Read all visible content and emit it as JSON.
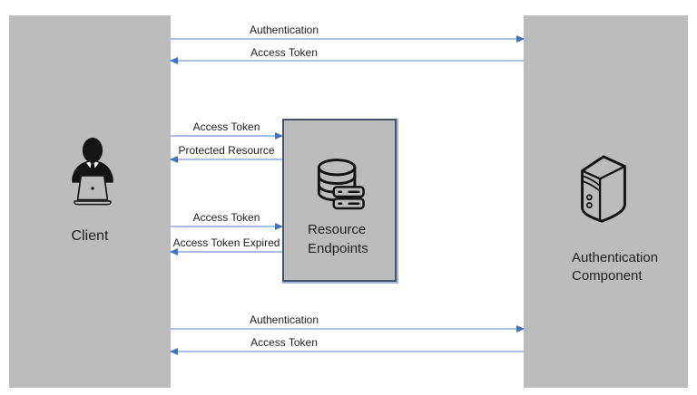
{
  "nodes": {
    "client": {
      "label": "Client",
      "icon": "person-at-laptop-icon"
    },
    "resource_endpoints": {
      "label": "Resource Endpoints",
      "icon": "database-icon"
    },
    "authentication_component": {
      "label": "Authentication Component",
      "icon": "server-icon"
    }
  },
  "messages": [
    {
      "label": "Authentication",
      "from": "Client",
      "to": "Authentication Component",
      "direction": "right"
    },
    {
      "label": "Access Token",
      "from": "Authentication Component",
      "to": "Client",
      "direction": "left"
    },
    {
      "label": "Access Token",
      "from": "Client",
      "to": "Resource Endpoints",
      "direction": "right"
    },
    {
      "label": "Protected Resource",
      "from": "Resource Endpoints",
      "to": "Client",
      "direction": "left"
    },
    {
      "label": "Access Token",
      "from": "Client",
      "to": "Resource Endpoints",
      "direction": "right"
    },
    {
      "label": "Access Token Expired",
      "from": "Resource Endpoints",
      "to": "Client",
      "direction": "left"
    },
    {
      "label": "Authentication",
      "from": "Client",
      "to": "Authentication Component",
      "direction": "right"
    },
    {
      "label": "Access Token",
      "from": "Authentication Component",
      "to": "Client",
      "direction": "left"
    }
  ],
  "colors": {
    "background": "#ffffff",
    "node_fill": "#bcbcbc",
    "resource_border": "#44546a",
    "resource_halo": "#a3b7dc",
    "arrow_line": "#a9c0e6",
    "arrow_head": "#4472c4",
    "text_color": "#1f1f1f",
    "icon_stroke": "#141414"
  }
}
